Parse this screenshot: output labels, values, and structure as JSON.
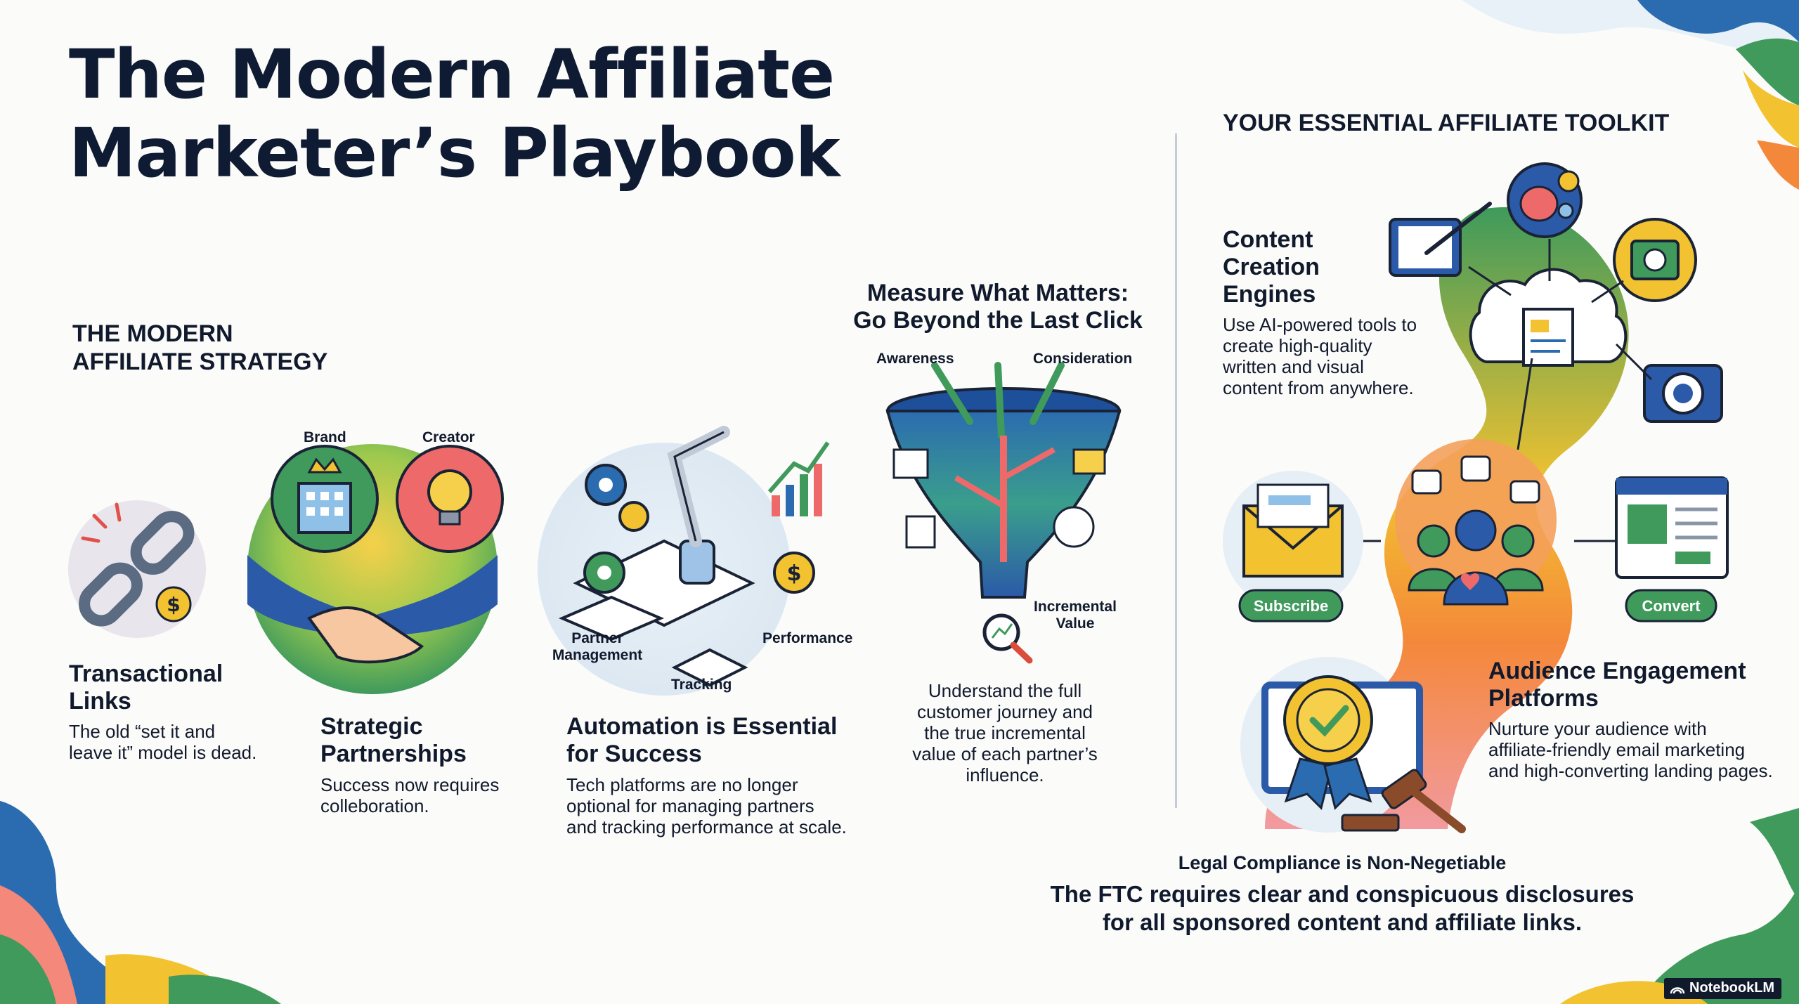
{
  "header": {
    "title_line1": "The Modern Affiliate",
    "title_line2": "Marketer’s Playbook"
  },
  "strategy": {
    "heading_line1": "THE MODERN",
    "heading_line2": "AFFILIATE STRATEGY",
    "transactional": {
      "title_line1": "Transactional",
      "title_line2": "Links",
      "desc_line1": "The old “set it and",
      "desc_line2": "leave it” model is dead."
    },
    "partnerships": {
      "label_brand": "Brand",
      "label_creator": "Creator",
      "title_line1": "Strategic",
      "title_line2": "Partnerships",
      "desc_line1": "Success now requires",
      "desc_line2": "colleboration."
    },
    "automation": {
      "label_partner_line1": "Partner",
      "label_partner_line2": "Management",
      "label_tracking": "Tracking",
      "label_performance": "Performance",
      "title_line1": "Automation is Essential",
      "title_line2": "for Success",
      "desc_line1": "Tech platforms are no longer",
      "desc_line2": "optional for managing partners",
      "desc_line3": "and tracking performance at scale."
    },
    "measure": {
      "title_line1": "Measure What Matters:",
      "title_line2": "Go Beyond the Last Click",
      "label_awareness": "Awareness",
      "label_consideration": "Consideration",
      "label_incremental_line1": "Incremental",
      "label_incremental_line2": "Value",
      "desc_line1": "Understand the full",
      "desc_line2": "customer journey and",
      "desc_line3": "the true incremental",
      "desc_line4": "value of each partner’s",
      "desc_line5": "influence."
    }
  },
  "toolkit": {
    "heading": "YOUR ESSENTIAL AFFILIATE TOOLKIT",
    "content": {
      "title_line1": "Content",
      "title_line2": "Creation",
      "title_line3": "Engines",
      "desc_line1": "Use AI-powered tools to",
      "desc_line2": "create high-quality",
      "desc_line3": "written and visual",
      "desc_line4": "content from anywhere."
    },
    "subscribe_label": "Subscribe",
    "convert_label": "Convert",
    "audience": {
      "title_line1": "Audience Engagement",
      "title_line2": "Platforms",
      "desc_line1": "Nurture your audience with",
      "desc_line2": "affiliate-friendly email marketing",
      "desc_line3": "and high-converting landing pages."
    },
    "legal": {
      "heading": "Legal Compliance is Non-Negetiable",
      "desc_line1": "The FTC requires clear and conspicuous disclosures",
      "desc_line2": "for all sponsored content and affiliate links."
    }
  },
  "footer": {
    "brand": "NotebookLM"
  },
  "colors": {
    "navy": "#0f1b33",
    "green": "#3f9a5c",
    "blue": "#2b6cb0",
    "yellow": "#f2c230",
    "orange": "#f4883a",
    "pink": "#ee6a6a"
  },
  "icons": [
    "broken-chain-icon",
    "building-icon",
    "lightbulb-icon",
    "handshake-icon",
    "robot-arm-icon",
    "gear-icon",
    "coin-icon",
    "bar-chart-icon",
    "funnel-icon",
    "magnifier-icon",
    "tablet-pen-icon",
    "brain-gear-icon",
    "camera-icon",
    "cloud-icon",
    "envelope-icon",
    "community-icon",
    "browser-window-icon",
    "award-ribbon-icon",
    "gavel-icon",
    "notebooklm-logo-icon"
  ]
}
